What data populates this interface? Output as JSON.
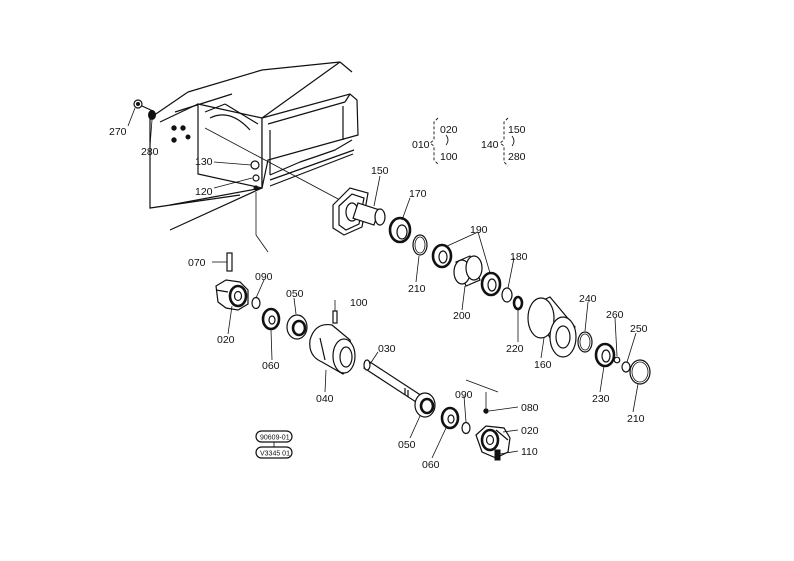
{
  "labels": {
    "l270": "270",
    "l280a": "280",
    "l130": "130",
    "l120": "120",
    "l010": "010",
    "l020a": "020",
    "l100a": "100",
    "l140": "140",
    "l150a": "150",
    "l280b": "280",
    "l150b": "150",
    "l170": "170",
    "l190": "190",
    "l180": "180",
    "l210a": "210",
    "l200": "200",
    "l070": "070",
    "l090a": "090",
    "l050a": "050",
    "l100b": "100",
    "l240": "240",
    "l260": "260",
    "l250": "250",
    "l020b": "020",
    "l060a": "060",
    "l030": "030",
    "l220": "220",
    "l160": "160",
    "l230": "230",
    "l210b": "210",
    "l040": "040",
    "l090b": "090",
    "l080": "080",
    "l020c": "020",
    "l110": "110",
    "l050b": "050",
    "l060b": "060"
  },
  "stamps": {
    "s1": "90609-01",
    "s2": "V3345 01"
  },
  "icons": {
    "range_brace": "brace-icon",
    "stamp_badge": "stamp-badge-icon"
  }
}
